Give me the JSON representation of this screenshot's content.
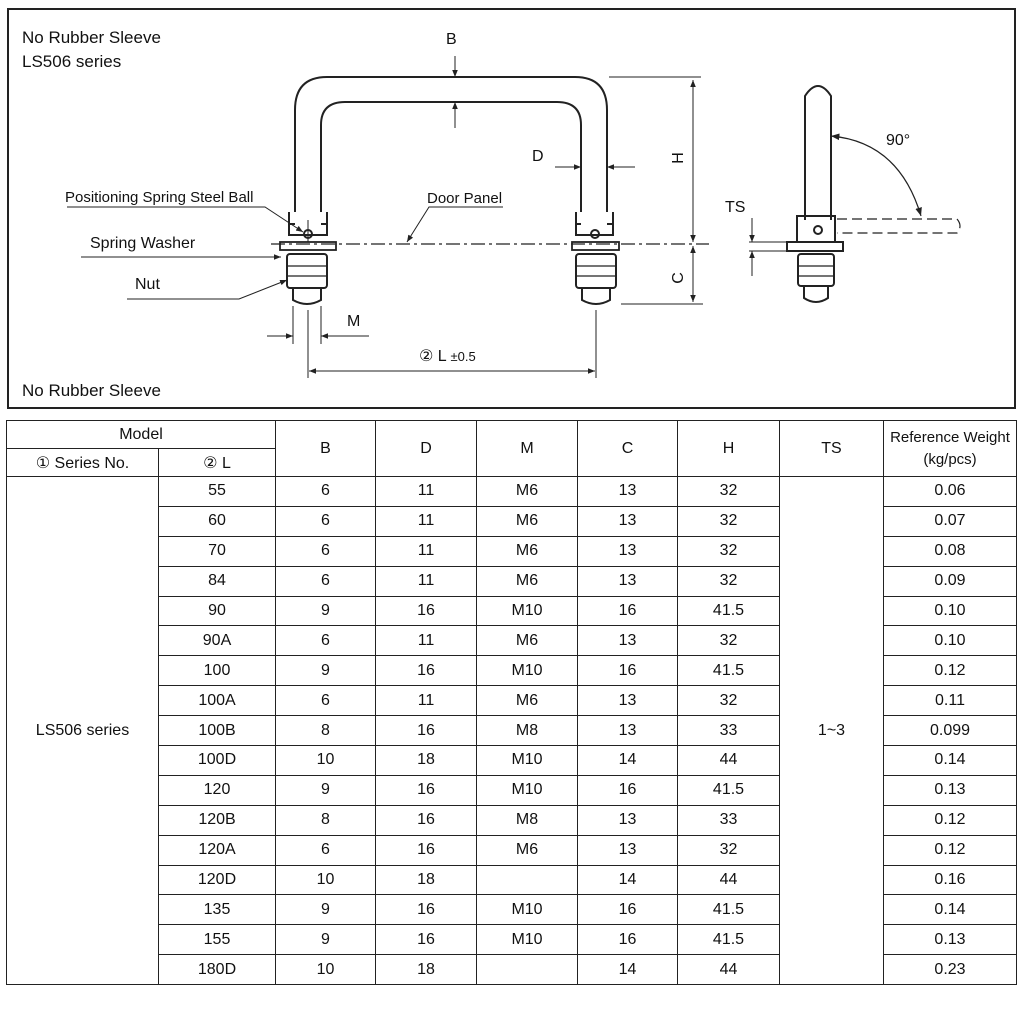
{
  "drawing": {
    "title_line1": "No Rubber Sleeve",
    "title_line2": "LS506 series",
    "bottom_note": "No Rubber Sleeve",
    "labels": {
      "ball": "Positioning Spring Steel Ball",
      "washer": "Spring Washer",
      "nut": "Nut",
      "door_panel": "Door Panel",
      "dim_B": "B",
      "dim_D": "D",
      "dim_H": "H",
      "dim_C": "C",
      "dim_M": "M",
      "dim_L": "② L",
      "dim_L_tol": "±0.5",
      "dim_TS": "TS",
      "angle": "90°"
    }
  },
  "table": {
    "header": {
      "model": "Model",
      "series_no": "① Series No.",
      "length": "② L",
      "B": "B",
      "D": "D",
      "M": "M",
      "C": "C",
      "H": "H",
      "TS": "TS",
      "weight_line1": "Reference Weight",
      "weight_line2": "(kg/pcs)"
    },
    "series_name": "LS506 series",
    "ts_value": "1~3",
    "rows": [
      {
        "L": "55",
        "B": "6",
        "D": "11",
        "M": "M6",
        "C": "13",
        "H": "32",
        "W": "0.06"
      },
      {
        "L": "60",
        "B": "6",
        "D": "11",
        "M": "M6",
        "C": "13",
        "H": "32",
        "W": "0.07"
      },
      {
        "L": "70",
        "B": "6",
        "D": "11",
        "M": "M6",
        "C": "13",
        "H": "32",
        "W": "0.08"
      },
      {
        "L": "84",
        "B": "6",
        "D": "11",
        "M": "M6",
        "C": "13",
        "H": "32",
        "W": "0.09"
      },
      {
        "L": "90",
        "B": "9",
        "D": "16",
        "M": "M10",
        "C": "16",
        "H": "41.5",
        "W": "0.10"
      },
      {
        "L": "90A",
        "B": "6",
        "D": "11",
        "M": "M6",
        "C": "13",
        "H": "32",
        "W": "0.10"
      },
      {
        "L": "100",
        "B": "9",
        "D": "16",
        "M": "M10",
        "C": "16",
        "H": "41.5",
        "W": "0.12"
      },
      {
        "L": "100A",
        "B": "6",
        "D": "11",
        "M": "M6",
        "C": "13",
        "H": "32",
        "W": "0.11"
      },
      {
        "L": "100B",
        "B": "8",
        "D": "16",
        "M": "M8",
        "C": "13",
        "H": "33",
        "W": "0.099"
      },
      {
        "L": "100D",
        "B": "10",
        "D": "18",
        "M": "M10",
        "C": "14",
        "H": "44",
        "W": "0.14"
      },
      {
        "L": "120",
        "B": "9",
        "D": "16",
        "M": "M10",
        "C": "16",
        "H": "41.5",
        "W": "0.13"
      },
      {
        "L": "120B",
        "B": "8",
        "D": "16",
        "M": "M8",
        "C": "13",
        "H": "33",
        "W": "0.12"
      },
      {
        "L": "120A",
        "B": "6",
        "D": "16",
        "M": "M6",
        "C": "13",
        "H": "32",
        "W": "0.12"
      },
      {
        "L": "120D",
        "B": "10",
        "D": "18",
        "M": "",
        "C": "14",
        "H": "44",
        "W": "0.16"
      },
      {
        "L": "135",
        "B": "9",
        "D": "16",
        "M": "M10",
        "C": "16",
        "H": "41.5",
        "W": "0.14"
      },
      {
        "L": "155",
        "B": "9",
        "D": "16",
        "M": "M10",
        "C": "16",
        "H": "41.5",
        "W": "0.13"
      },
      {
        "L": "180D",
        "B": "10",
        "D": "18",
        "M": "",
        "C": "14",
        "H": "44",
        "W": "0.23"
      }
    ]
  }
}
